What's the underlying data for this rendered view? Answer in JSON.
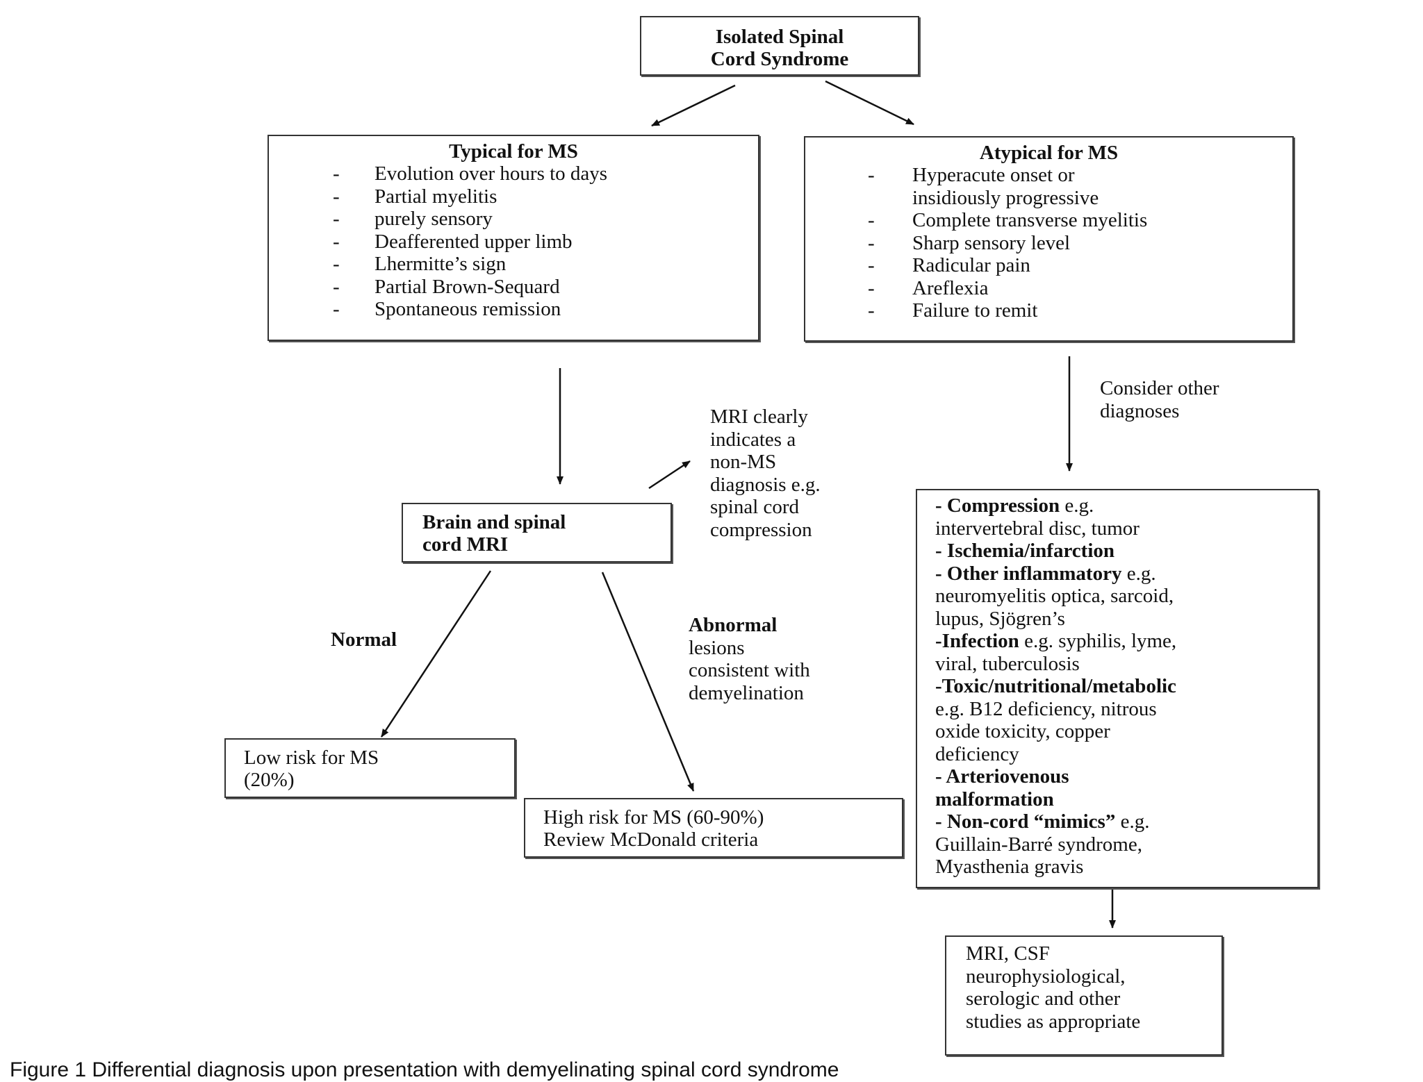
{
  "root": {
    "line1": "Isolated Spinal",
    "line2": "Cord Syndrome"
  },
  "typical": {
    "title": "Typical for MS",
    "items": [
      "Evolution over hours to days",
      "Partial myelitis",
      "purely sensory",
      "Deafferented upper limb",
      "Lhermitte’s sign",
      "Partial Brown-Sequard",
      "Spontaneous remission"
    ]
  },
  "atypical": {
    "title": "Atypical for MS",
    "items": [
      "Hyperacute onset or",
      "Complete transverse myelitis",
      "Sharp sensory level",
      "Radicular pain",
      "Areflexia",
      "Failure to remit"
    ],
    "continuation": "insidiously progressive"
  },
  "dash": "-",
  "consider": {
    "line1": "Consider other",
    "line2": "diagnoses"
  },
  "mri_box": {
    "line1": "Brain and spinal",
    "line2": "cord MRI"
  },
  "mri_nonms": {
    "lines": [
      "MRI clearly",
      "indicates a",
      "non-MS",
      "diagnosis e.g.",
      "spinal cord",
      "compression"
    ]
  },
  "normal_label": "Normal",
  "abnormal": {
    "bold": "Abnormal",
    "lines": [
      "lesions",
      "consistent with",
      "demyelination"
    ]
  },
  "low_risk": {
    "line1": "Low risk for MS",
    "line2": "(20%)"
  },
  "high_risk": {
    "line1": "High risk for MS (60-90%)",
    "line2": "Review McDonald criteria"
  },
  "differentials": {
    "compression_b": "- Compression",
    "compression_r": " e.g.",
    "compression_2": "intervertebral disc, tumor",
    "ischemia_b": "- Ischemia/infarction",
    "inflam_b": "- Other inflammatory",
    "inflam_r": " e.g.",
    "inflam_2": "neuromyelitis optica, sarcoid,",
    "inflam_3": "lupus, Sjögren’s",
    "infection_b": "-Infection",
    "infection_r": " e.g. syphilis, lyme,",
    "infection_2": "viral, tuberculosis",
    "toxic_b": "-Toxic/nutritional/metabolic",
    "toxic_2": "e.g. B12 deficiency, nitrous",
    "toxic_3": "oxide toxicity, copper",
    "toxic_4": "deficiency",
    "avm_b1": "- Arteriovenous",
    "avm_b2": "malformation",
    "mimics_b": "- Non-cord “mimics”",
    "mimics_r": " e.g.",
    "mimics_2": "Guillain-Barré syndrome,",
    "mimics_3": "Myasthenia gravis"
  },
  "studies": {
    "lines": [
      "MRI, CSF",
      "neurophysiological,",
      "serologic and other",
      "studies as appropriate"
    ]
  },
  "caption": "Figure 1   Differential diagnosis upon presentation with demyelinating spinal cord syndrome"
}
